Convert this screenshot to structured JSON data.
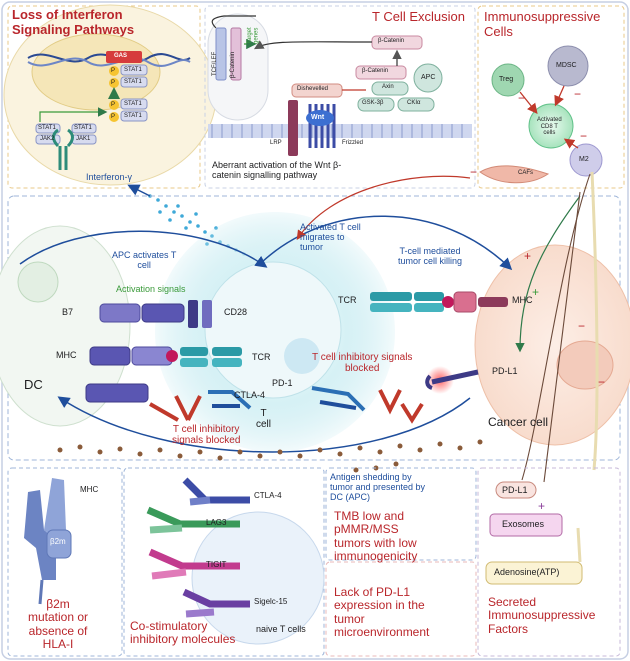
{
  "panels": {
    "interferon": {
      "title": "Loss of Interferon\nSignaling Pathways",
      "gas": "GAS",
      "p": "P",
      "stat1": "STAT1",
      "jak2": "JAK2",
      "jak1": "JAK1",
      "interferon_gamma": "Interferon-γ"
    },
    "exclusion": {
      "title": "T Cell Exclusion",
      "tcf_lef": "TCF/LEF",
      "beta_catenin": "β-Catenin",
      "target_genes": "Target\ngenes",
      "dishevelled": "Dishevelled",
      "axin": "Axin",
      "apc": "APC",
      "gsk3b": "GSK-3β",
      "ck1a": "CKIα",
      "lrp": "LRP",
      "wnt": "Wnt",
      "frizzled": "Frizzled",
      "caption": "Aberrant activation of the Wnt β-\ncatenin signalling pathway"
    },
    "suppressive": {
      "title": "Immunosuppressive\nCells",
      "treg": "Treg",
      "mdsc": "MDSC",
      "cd8": "Activated\nCD8 T\ncells",
      "m2": "M2",
      "cafs": "CAFs",
      "minus": "−"
    },
    "center": {
      "apc_activates": "APC activates T\ncell",
      "activated_migrates": "Activated T cell\nmigrates to\ntumor",
      "killing": "T-cell mediated\ntumor cell killing",
      "activation_signals": "Activation signals",
      "b7": "B7",
      "cd28": "CD28",
      "mhc_left": "MHC",
      "tcr_left": "TCR",
      "tcr_right": "TCR",
      "mhc_right": "MHC",
      "dc": "DC",
      "ctla4": "CTLA-4",
      "pd1": "PD-1",
      "pdl1": "PD-L1",
      "inhibitory_blocked_right": "T cell inhibitory signals\nblocked",
      "inhibitory_blocked_left": "T cell inhibitory\nsignals blocked",
      "t_cell": "T\ncell",
      "cancer_cell": "Cancer cell",
      "plus": "+"
    },
    "bottom": {
      "mhc": "MHC",
      "b2m": "β2m",
      "b2m_caption": "β2m\nmutation or\nabsence of\nHLA-I",
      "ctla4": "CTLA-4",
      "lag3": "LAG3",
      "tigit": "TIGIT",
      "siglec15": "Sigelc-15",
      "naive": "naive T cells",
      "costim": "Co-stimulatory\ninhibitory molecules",
      "antigen_shedding": "Antigen shedding by\ntumor and presented  by\nDC (APC)",
      "tmb": "TMB low and\npMMR/MSS\ntumors with low\nimmunogenicity",
      "lack_pdl1": "Lack of PD-L1\nexpression in the\ntumor\nmicroenvironment",
      "pdl1": "PD-L1",
      "exosomes": "Exosomes",
      "adenosine": "Adenosine(ATP)",
      "secreted": "Secreted\nImmunosuppressive\nFactors",
      "plus": "+"
    }
  }
}
